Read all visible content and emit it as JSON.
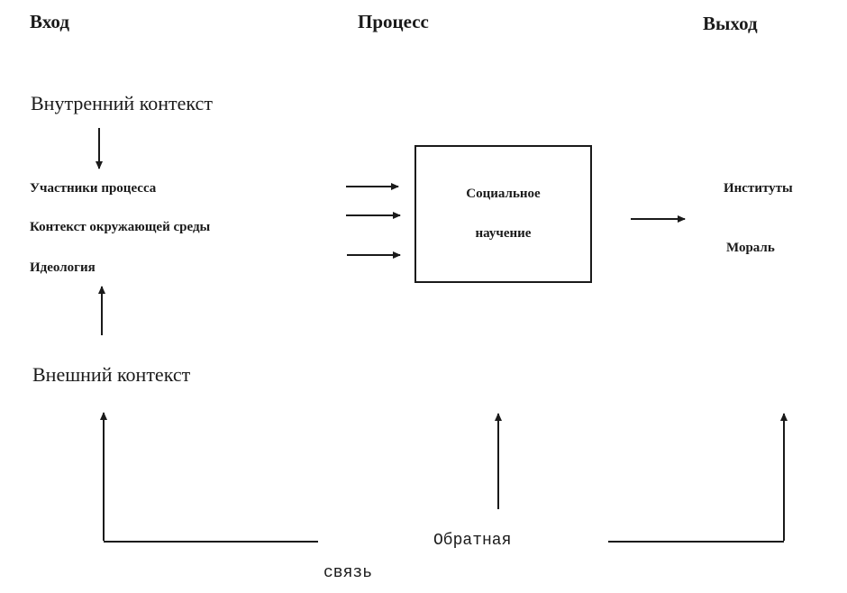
{
  "headers": {
    "input": "Вход",
    "process": "Процесс",
    "output": "Выход"
  },
  "input": {
    "internal_context": "Внутренний контекст",
    "items": [
      "Участники процесса",
      "Контекст окружающей среды",
      "Идеология"
    ],
    "external_context": "Внешний контекст"
  },
  "process_box": {
    "line1": "Социальное",
    "line2": "научение"
  },
  "output": {
    "items": [
      "Институты",
      "Мораль"
    ]
  },
  "feedback": {
    "word1": "Обратная",
    "word2": "связь"
  }
}
